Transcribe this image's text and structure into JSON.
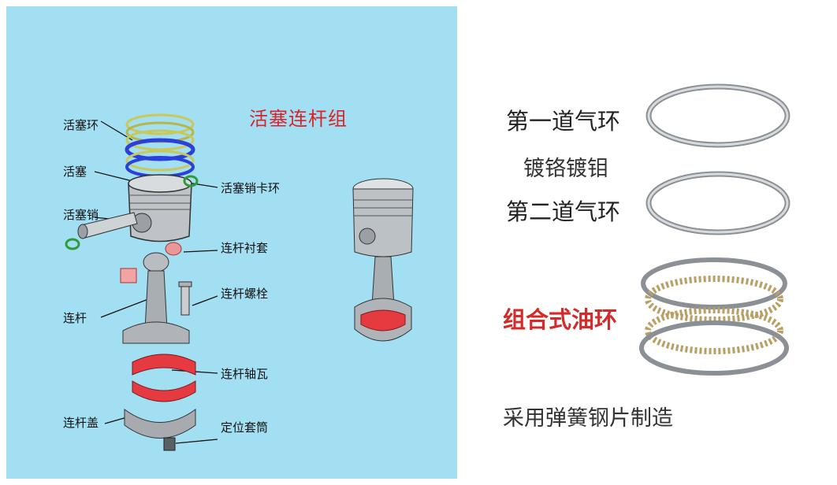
{
  "left": {
    "title": "活塞连杆组",
    "labels": {
      "piston_ring": "活塞环",
      "piston": "活塞",
      "piston_pin": "活塞销",
      "pin_clip": "活塞销卡环",
      "rod_bushing": "连杆衬套",
      "rod_bolt": "连杆螺栓",
      "rod": "连杆",
      "rod_bearing": "连杆轴瓦",
      "rod_cap": "连杆盖",
      "locating_sleeve": "定位套筒"
    }
  },
  "right": {
    "first_ring": "第一道气环",
    "plating": "镀铬镀钼",
    "second_ring": "第二道气环",
    "oil_ring": "组合式油环",
    "note": "采用弹簧钢片制造"
  },
  "colors": {
    "left_bg": "#a3dff2",
    "title_red": "#d8232a",
    "oil_ring_red": "#d42a2a"
  }
}
